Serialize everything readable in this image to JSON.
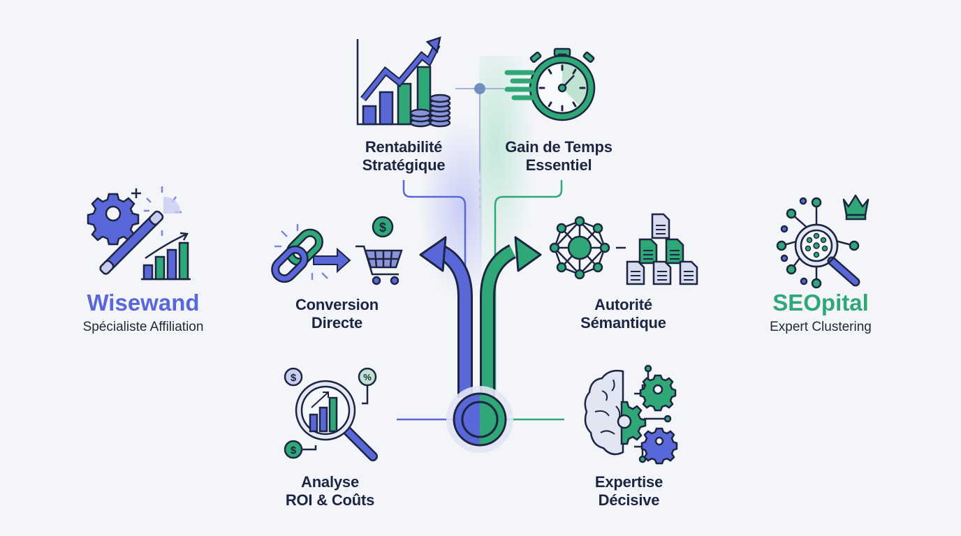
{
  "colors": {
    "primary_purple": "#5a67d8",
    "primary_green": "#2fa777",
    "dark_navy": "#1c2541",
    "background": "#f3f5f9"
  },
  "left_brand": {
    "name": "Wisewand",
    "subtitle": "Spécialiste Affiliation",
    "icon": "magic-wand-gear-chart-icon"
  },
  "right_brand": {
    "name": "SEOpital",
    "subtitle": "Expert Clustering",
    "icon": "magnifier-cluster-crown-icon"
  },
  "features": {
    "top_left": {
      "line1": "Rentabilité",
      "line2": "Stratégique",
      "icon": "growth-chart-coins-icon"
    },
    "top_right": {
      "line1": "Gain de Temps",
      "line2": "Essentiel",
      "icon": "stopwatch-icon"
    },
    "mid_left": {
      "line1": "Conversion",
      "line2": "Directe",
      "icon": "link-to-cart-icon"
    },
    "mid_right": {
      "line1": "Autorité",
      "line2": "Sémantique",
      "icon": "network-documents-icon"
    },
    "bottom_left": {
      "line1": "Analyse",
      "line2": "ROI & Coûts",
      "icon": "magnifier-roi-icon"
    },
    "bottom_right": {
      "line1": "Expertise",
      "line2": "Décisive",
      "icon": "brain-gears-icon"
    }
  },
  "center": {
    "element": "split-path-arrows",
    "left_branch_color": "#5a67d8",
    "right_branch_color": "#2fa777"
  }
}
